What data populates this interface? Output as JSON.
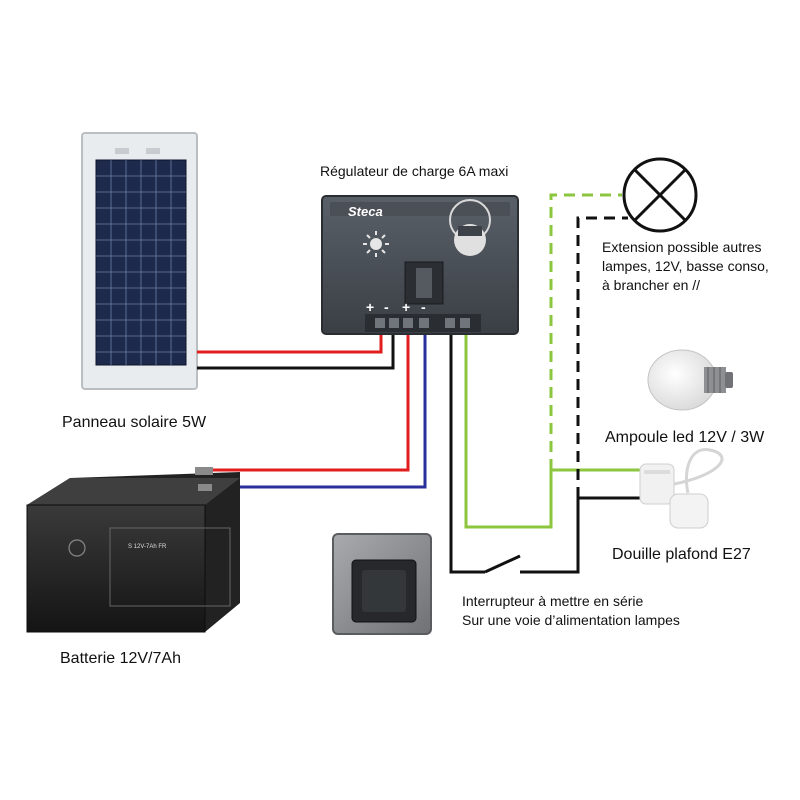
{
  "labels": {
    "regulator": "Régulateur  de charge 6A maxi",
    "extension": [
      "Extension possible autres",
      "lampes, 12V, basse conso,",
      "à brancher  en //"
    ],
    "solar_panel": "Panneau solaire 5W",
    "led_bulb": "Ampoule led 12V / 3W",
    "socket": "Douille plafond E27",
    "switch": [
      "Interrupteur  à mettre en série",
      "Sur une voie d’alimentation lampes"
    ],
    "battery": "Batterie 12V/7Ah"
  },
  "regulator_brand": "Steca",
  "terminals": [
    "+",
    "-",
    "+",
    "-"
  ],
  "battery_marking": "S 12V-7Ah FR",
  "icons": [
    "lamp-symbol-icon",
    "solar-panel",
    "charge-regulator",
    "led-bulb",
    "ceiling-socket",
    "wall-switch",
    "battery"
  ],
  "wire_colors": {
    "positive": "#e11d1d",
    "negative": "#111111",
    "battery_negative": "#2b2f9a",
    "lamp_feed": "#8cc63f"
  }
}
